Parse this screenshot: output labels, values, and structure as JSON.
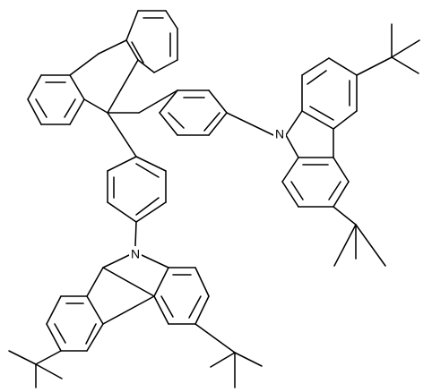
{
  "diagram": {
    "type": "chemical_structure",
    "atom_labels": {
      "nitrogen_left": "N",
      "nitrogen_right": "N"
    },
    "colors": {
      "bond": "#000000",
      "background": "#ffffff"
    }
  }
}
